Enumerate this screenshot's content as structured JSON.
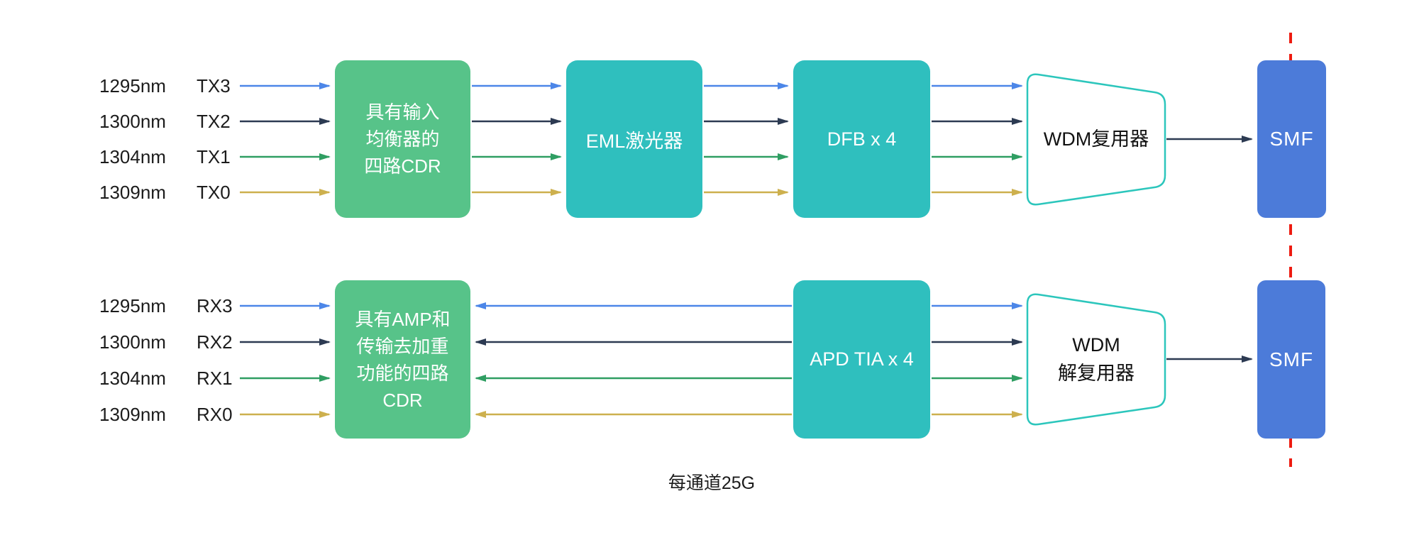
{
  "colors": {
    "green-block": "#57C389",
    "teal-block": "#2FBFBE",
    "blue-block": "#4C7BD9",
    "trapezoid-stroke": "#2CC6BC",
    "arrow-blue": "#4C86E8",
    "arrow-navy": "#2C3A52",
    "arrow-green": "#2F9E62",
    "arrow-yellow": "#CDB04E",
    "dashed-red": "#EE1B10",
    "text-dark": "#1C1C1C",
    "block-text": "#FFFFFF"
  },
  "tx_channels": [
    {
      "wavelength": "1295nm",
      "label": "TX3"
    },
    {
      "wavelength": "1300nm",
      "label": "TX2"
    },
    {
      "wavelength": "1304nm",
      "label": "TX1"
    },
    {
      "wavelength": "1309nm",
      "label": "TX0"
    }
  ],
  "rx_channels": [
    {
      "wavelength": "1295nm",
      "label": "RX3"
    },
    {
      "wavelength": "1300nm",
      "label": "RX2"
    },
    {
      "wavelength": "1304nm",
      "label": "RX1"
    },
    {
      "wavelength": "1309nm",
      "label": "RX0"
    }
  ],
  "blocks": {
    "tx_cdr": {
      "lines": [
        "具有输入",
        "均衡器的",
        "四路CDR"
      ]
    },
    "eml": {
      "label": "EML激光器"
    },
    "dfb": {
      "label": "DFB x 4"
    },
    "wdm_mux": {
      "label": "WDM复用器"
    },
    "smf_tx": {
      "label": "SMF"
    },
    "rx_cdr": {
      "lines": [
        "具有AMP和",
        "传输去加重",
        "功能的四路",
        "CDR"
      ]
    },
    "apd_tia": {
      "label": "APD TIA x 4"
    },
    "wdm_demux": {
      "lines": [
        "WDM",
        "解复用器"
      ]
    },
    "smf_rx": {
      "label": "SMF"
    }
  },
  "caption": "每通道25G"
}
